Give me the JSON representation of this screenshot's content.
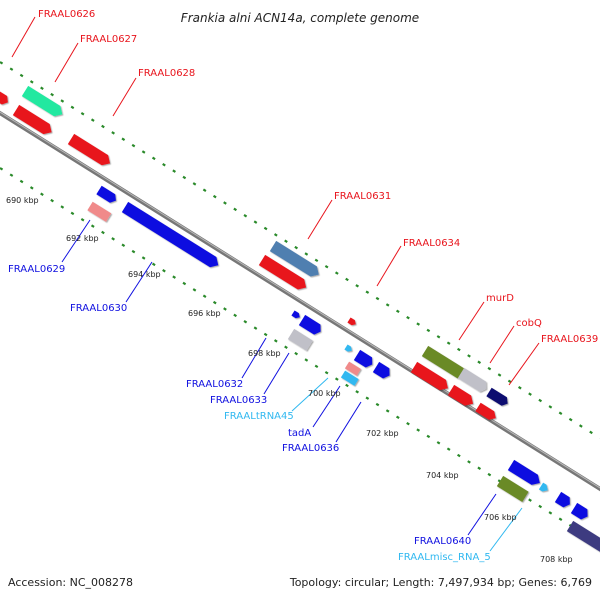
{
  "title": "Frankia alni ACN14a, complete genome",
  "footer": {
    "accession": "Accession: NC_008278",
    "summary": "Topology: circular; Length: 7,497,934 bp; Genes: 6,769"
  },
  "ticks": [
    "690 kbp",
    "692 kbp",
    "694 kbp",
    "696 kbp",
    "698 kbp",
    "700 kbp",
    "702 kbp",
    "704 kbp",
    "706 kbp",
    "708 kbp"
  ],
  "labels": {
    "upper": [
      "FRAAL0626",
      "FRAAL0627",
      "FRAAL0628",
      "FRAAL0631",
      "FRAAL0634",
      "murD",
      "cobQ",
      "FRAAL0639"
    ],
    "lower": [
      "FRAAL0629",
      "FRAAL0630",
      "FRAAL0632",
      "FRAAL0633",
      "FRAALtRNA45",
      "tadA",
      "FRAAL0636",
      "FRAAL0640",
      "FRAALmisc_RNA_5"
    ]
  },
  "colors": {
    "red": "#e8141c",
    "blue": "#1010e0",
    "navy": "#101070",
    "cyan": "#30b8f0",
    "green": "#6b8a28",
    "mint": "#20e8a0",
    "steel": "#4f7fb0",
    "pink": "#f08a8a",
    "silver": "#c0c0c8",
    "purple": "#3c3a80",
    "backbone": "#888888",
    "dots": "#2a8a2a"
  }
}
